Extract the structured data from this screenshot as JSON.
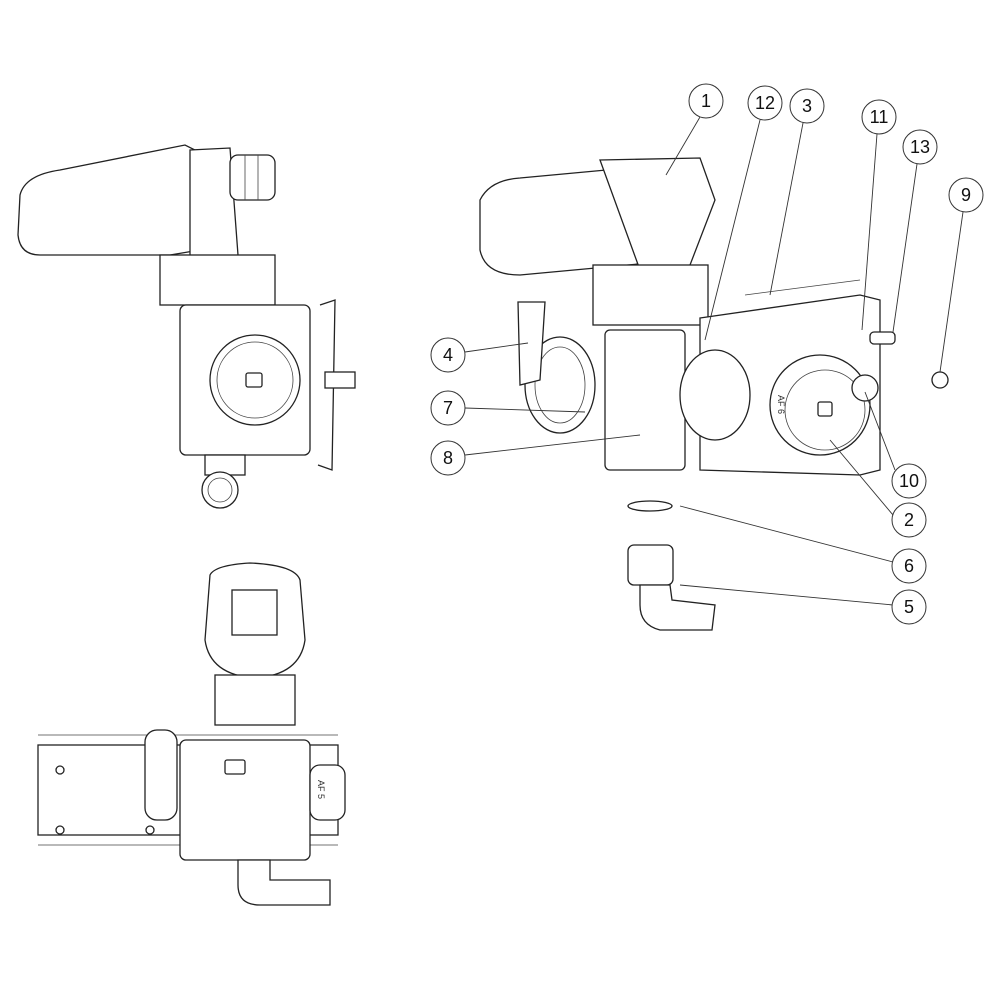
{
  "diagram": {
    "callouts": [
      {
        "label": "1"
      },
      {
        "label": "12"
      },
      {
        "label": "3"
      },
      {
        "label": "11"
      },
      {
        "label": "13"
      },
      {
        "label": "9"
      },
      {
        "label": "4"
      },
      {
        "label": "7"
      },
      {
        "label": "8"
      },
      {
        "label": "10"
      },
      {
        "label": "2"
      },
      {
        "label": "6"
      },
      {
        "label": "5"
      }
    ],
    "part_markings": {
      "iso_filter": "AF 6",
      "bottom_filter": "AF 5"
    }
  }
}
